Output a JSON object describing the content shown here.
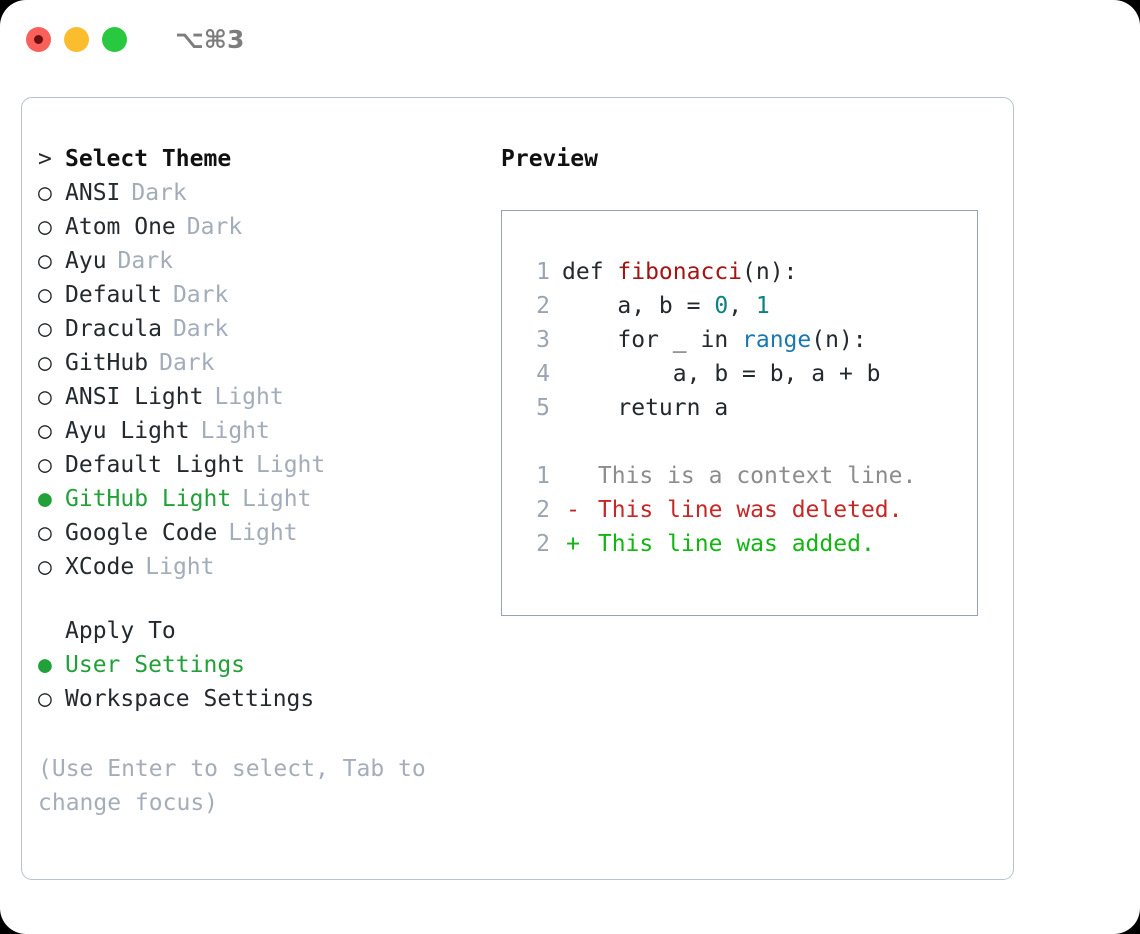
{
  "titlebar": {
    "shortcut": "⌥⌘3",
    "buttons": [
      {
        "name": "close",
        "color": "#f9605a"
      },
      {
        "name": "minimize",
        "color": "#fbbd2e"
      },
      {
        "name": "maximize",
        "color": "#28c840"
      }
    ]
  },
  "theme_picker": {
    "header_prefix": ">",
    "header": "Select Theme",
    "radio_empty": "○",
    "radio_filled": "●",
    "items": [
      {
        "label": "ANSI",
        "tag": "Dark",
        "selected": false
      },
      {
        "label": "Atom One",
        "tag": "Dark",
        "selected": false
      },
      {
        "label": "Ayu",
        "tag": "Dark",
        "selected": false
      },
      {
        "label": "Default",
        "tag": "Dark",
        "selected": false
      },
      {
        "label": "Dracula",
        "tag": "Dark",
        "selected": false
      },
      {
        "label": "GitHub",
        "tag": "Dark",
        "selected": false
      },
      {
        "label": "ANSI Light",
        "tag": "Light",
        "selected": false
      },
      {
        "label": "Ayu Light",
        "tag": "Light",
        "selected": false
      },
      {
        "label": "Default Light",
        "tag": "Light",
        "selected": false
      },
      {
        "label": "GitHub Light",
        "tag": "Light",
        "selected": true
      },
      {
        "label": "Google Code",
        "tag": "Light",
        "selected": false
      },
      {
        "label": "XCode",
        "tag": "Light",
        "selected": false
      }
    ]
  },
  "apply_to": {
    "header": "Apply To",
    "items": [
      {
        "label": "User Settings",
        "selected": true
      },
      {
        "label": "Workspace Settings",
        "selected": false
      }
    ]
  },
  "hint": "(Use Enter to select, Tab to change focus)",
  "preview": {
    "title": "Preview",
    "code_lines": [
      {
        "num": "1",
        "tokens": [
          {
            "t": "def ",
            "c": "plain"
          },
          {
            "t": "fibonacci",
            "c": "fn"
          },
          {
            "t": "(n):",
            "c": "plain"
          }
        ]
      },
      {
        "num": "2",
        "tokens": [
          {
            "t": "    a, b = ",
            "c": "plain"
          },
          {
            "t": "0",
            "c": "num"
          },
          {
            "t": ", ",
            "c": "plain"
          },
          {
            "t": "1",
            "c": "num"
          }
        ]
      },
      {
        "num": "3",
        "tokens": [
          {
            "t": "    for _ in ",
            "c": "plain"
          },
          {
            "t": "range",
            "c": "call"
          },
          {
            "t": "(n):",
            "c": "plain"
          }
        ]
      },
      {
        "num": "4",
        "tokens": [
          {
            "t": "        a, b = b, a + b",
            "c": "plain"
          }
        ]
      },
      {
        "num": "5",
        "tokens": [
          {
            "t": "    return a",
            "c": "plain"
          }
        ]
      }
    ],
    "diff_lines": [
      {
        "num": "1",
        "marker": " ",
        "text": "This is a context line.",
        "kind": "ctx"
      },
      {
        "num": "2",
        "marker": "-",
        "text": "This line was deleted.",
        "kind": "del"
      },
      {
        "num": "2",
        "marker": "+",
        "text": "This line was added.",
        "kind": "add"
      }
    ]
  },
  "colors": {
    "selected_green": "#22a13a",
    "tag_grey": "#a3acb9",
    "diff_add": "#12b512",
    "diff_del": "#c62828",
    "syntax_function": "#a31515",
    "syntax_number": "#0e8080",
    "syntax_call": "#1878b4"
  }
}
